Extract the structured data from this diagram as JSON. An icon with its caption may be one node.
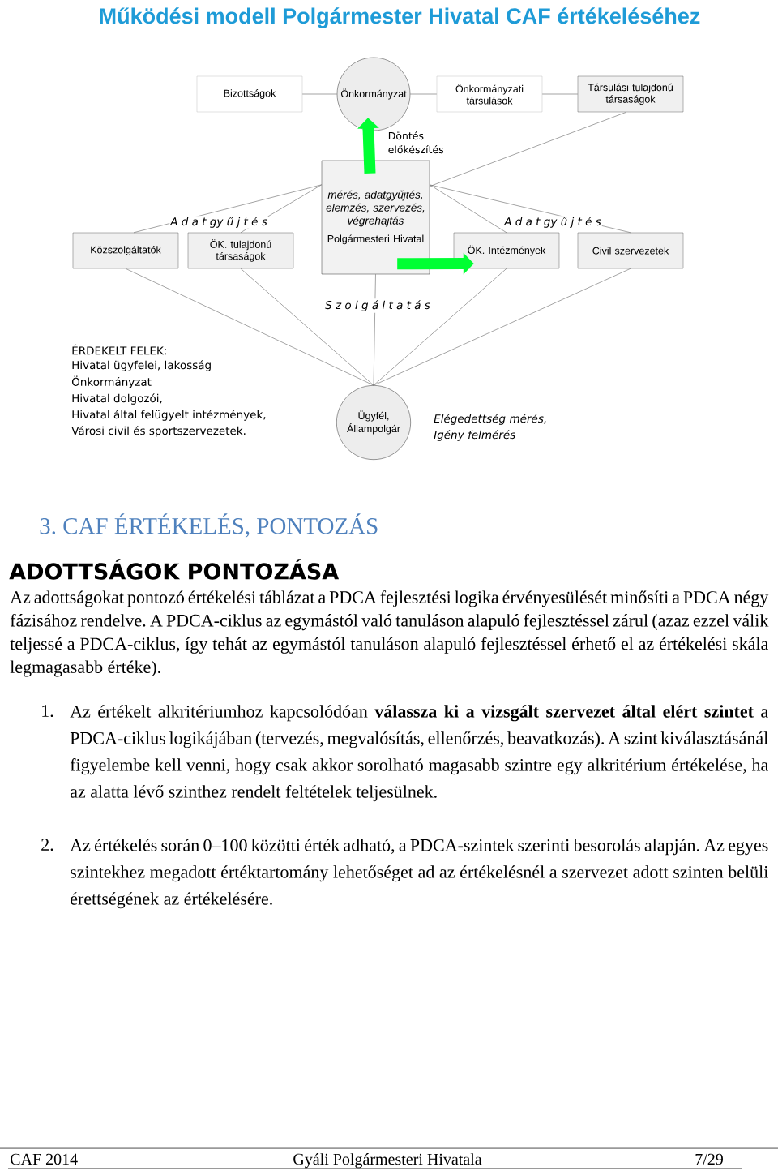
{
  "diagram": {
    "title": "Működési modell Polgármester Hivatal CAF értékeléséhez",
    "nodes": [
      {
        "text": [
          "Bizottságok"
        ]
      },
      {
        "text": [
          "Önkormányzat"
        ]
      },
      {
        "text": [
          "Önkormányzati társulások"
        ]
      },
      {
        "text": [
          "Társulási tulajdonú társaságok"
        ]
      },
      {
        "text": [
          "mérés, adatgyűjtés, elemzés, szervezés, végrehajtás",
          "Polgármesteri Hivatal"
        ]
      },
      {
        "text": [
          "Közszolgáltatók"
        ]
      },
      {
        "text": [
          "ÖK. tulajdonú társaságok"
        ]
      },
      {
        "text": [
          "ÖK. Intézmények"
        ]
      },
      {
        "text": [
          "Civil szervezetek"
        ]
      },
      {
        "text": [
          "Ügyfél, Állampolgár"
        ]
      }
    ],
    "edges": [
      {
        "from": 0,
        "to": 1,
        "arrow": "none"
      },
      {
        "from": 1,
        "to": 2,
        "arrow": "none"
      },
      {
        "from": 2,
        "to": 3,
        "arrow": "none"
      },
      {
        "from": 4,
        "to": 1,
        "arrow": "to",
        "style": "thick",
        "color": "#00ff33",
        "label": "Döntés előkészítés"
      },
      {
        "from": 4,
        "to": 7,
        "arrow": "to",
        "style": "thick",
        "color": "#00ff33"
      },
      {
        "from": 4,
        "to": 3,
        "arrow": "none"
      },
      {
        "from": 4,
        "to": 5,
        "arrow": "none"
      },
      {
        "from": 4,
        "to": 6,
        "arrow": "none"
      },
      {
        "from": 4,
        "to": 7,
        "arrow": "none"
      },
      {
        "from": 4,
        "to": 8,
        "arrow": "none"
      },
      {
        "from": 5,
        "to": 9,
        "arrow": "none"
      },
      {
        "from": 6,
        "to": 9,
        "arrow": "none"
      },
      {
        "from": 4,
        "to": 9,
        "arrow": "none",
        "label": "S z o l g á l t a t á s"
      },
      {
        "from": 7,
        "to": 9,
        "arrow": "none"
      },
      {
        "from": 8,
        "to": 9,
        "arrow": "none"
      }
    ],
    "labels": [
      "A d a t gy ű j t é s",
      "A d a t gy ű j t é s",
      "ÉRDEKELT FELEK:",
      "Hivatal ügyfelei, lakosság",
      "Önkormányzat",
      "Hivatal dolgozói,",
      "Hivatal által felügyelt intézmények,",
      "Városi civil és sportszervezetek.",
      "Elégedettség mérés, Igény felmérés",
      "3. CAF ÉRTÉKELÉS, PONTOZÁS",
      "ADOTTSÁGOK PONTOZÁSA",
      "Az adottságokat pontozó értékelési táblázat a PDCA fejlesztési logika érvényesülését minősíti a PDCA négy fázisához rendelve. A PDCA-ciklus az egymástól való tanuláson alapuló fejlesztéssel zárul (azaz ezzel válik teljessé a PDCA-ciklus, így tehát az egymástól tanuláson alapuló fejlesztéssel érhető el az értékelési skála legmagasabb értéke).",
      "1.",
      "Az értékelt alkritériumhoz kapcsolódóan **válassza ki a vizsgált szervezet által elért szintet** a PDCA-ciklus logikájában (tervezés, megvalósítás, ellenőrzés, beavatkozás). A szint kiválasztásánál figyelembe kell venni, hogy csak akkor sorolható magasabb szintre egy alkritérium értékelése, ha az alatta lévő szinthez rendelt feltételek teljesülnek.",
      "2.",
      "Az értékelés során 0–100 közötti érték adható, a PDCA-szintek szerinti besorolás alapján. Az egyes szintekhez megadott értéktartomány lehetőséget ad az értékelésnél a szervezet adott szinten belüli érettségének az értékelésére.",
      "CAF 2014",
      "Gyáli Polgármesteri Hivatala",
      "7/29"
    ]
  }
}
